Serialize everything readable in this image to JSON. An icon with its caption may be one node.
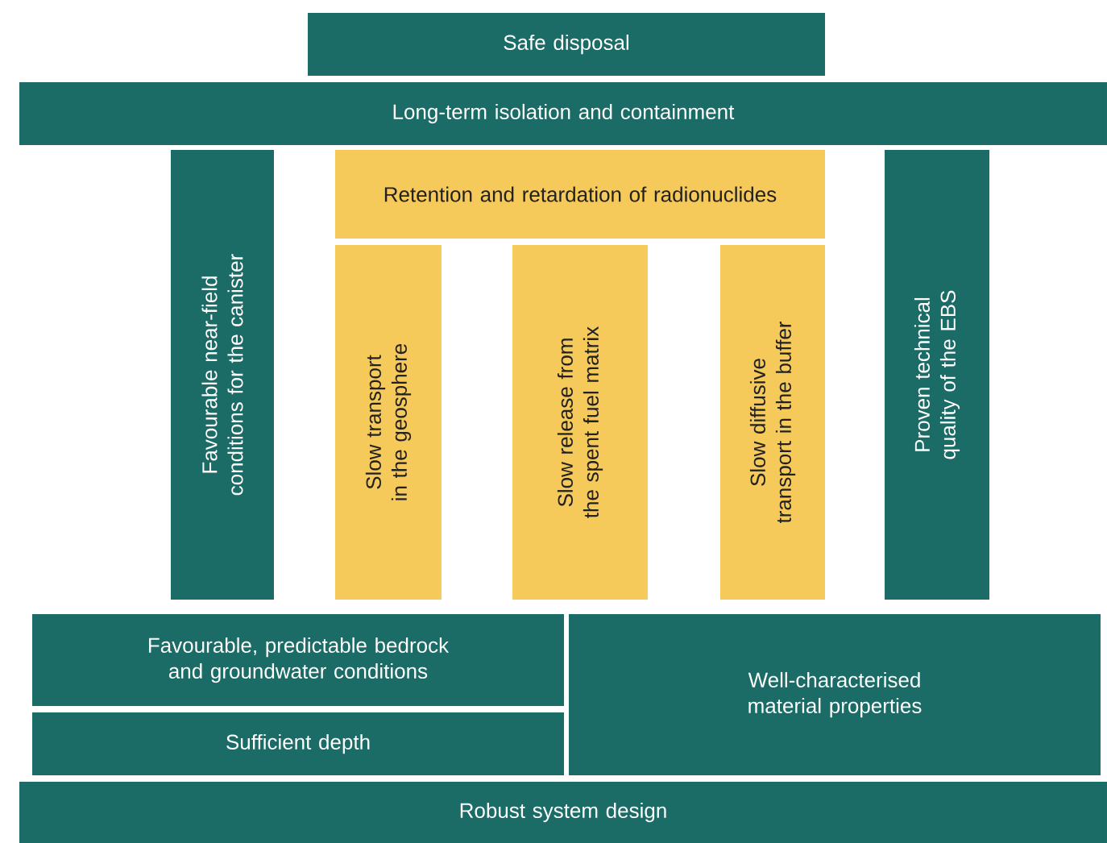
{
  "diagram": {
    "nodes": [
      {
        "text": [
          "Safe disposal"
        ]
      },
      {
        "text": [
          "Long-term isolation and containment"
        ]
      },
      {
        "text": [
          "Favourable near-field conditions for the canister"
        ]
      },
      {
        "text": [
          "Retention and retardation of radionuclides"
        ]
      },
      {
        "text": [
          "Slow transport in the geosphere"
        ]
      },
      {
        "text": [
          "Slow release from the spent fuel matrix"
        ]
      },
      {
        "text": [
          "Slow diffusive transport in the buffer"
        ]
      },
      {
        "text": [
          "Proven technical quality of the EBS"
        ]
      },
      {
        "text": [
          "Favourable, predictable bedrock and groundwater conditions"
        ]
      },
      {
        "text": [
          "Sufficient depth"
        ]
      },
      {
        "text": [
          "Well-characterised material properties"
        ]
      },
      {
        "text": [
          "Robust system design"
        ]
      }
    ]
  }
}
